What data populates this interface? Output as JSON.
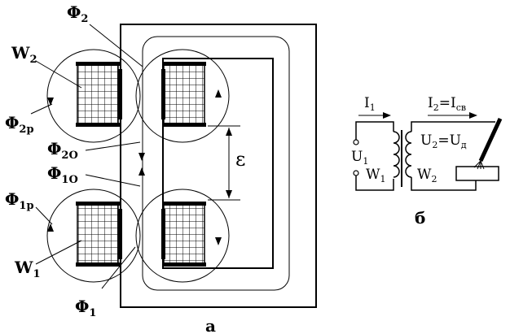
{
  "figure_a": {
    "label": "а",
    "phi2": {
      "sym": "Φ",
      "sub": "2"
    },
    "phi1": {
      "sym": "Φ",
      "sub": "1"
    },
    "phi2p": {
      "sym": "Φ",
      "sub": "2р"
    },
    "phi1p": {
      "sym": "Φ",
      "sub": "1р"
    },
    "phi20": {
      "sym": "Φ",
      "sub": "2O"
    },
    "phi10": {
      "sym": "Φ",
      "sub": "1O"
    },
    "w2": {
      "sym": "W",
      "sub": "2"
    },
    "w1": {
      "sym": "W",
      "sub": "1"
    },
    "gap": "ε"
  },
  "figure_b": {
    "label": "б",
    "i1": {
      "sym": "I",
      "sub": "1"
    },
    "i2": {
      "sym": "I",
      "sub": "2",
      "eq": "=I",
      "eq_sub": "св"
    },
    "u1": {
      "sym": "U",
      "sub": "1"
    },
    "w1": {
      "sym": "W",
      "sub": "1"
    },
    "u2": {
      "sym": "U",
      "sub": "2",
      "eq": "=U",
      "eq_sub": "д"
    },
    "w2": {
      "sym": "W",
      "sub": "2"
    }
  }
}
